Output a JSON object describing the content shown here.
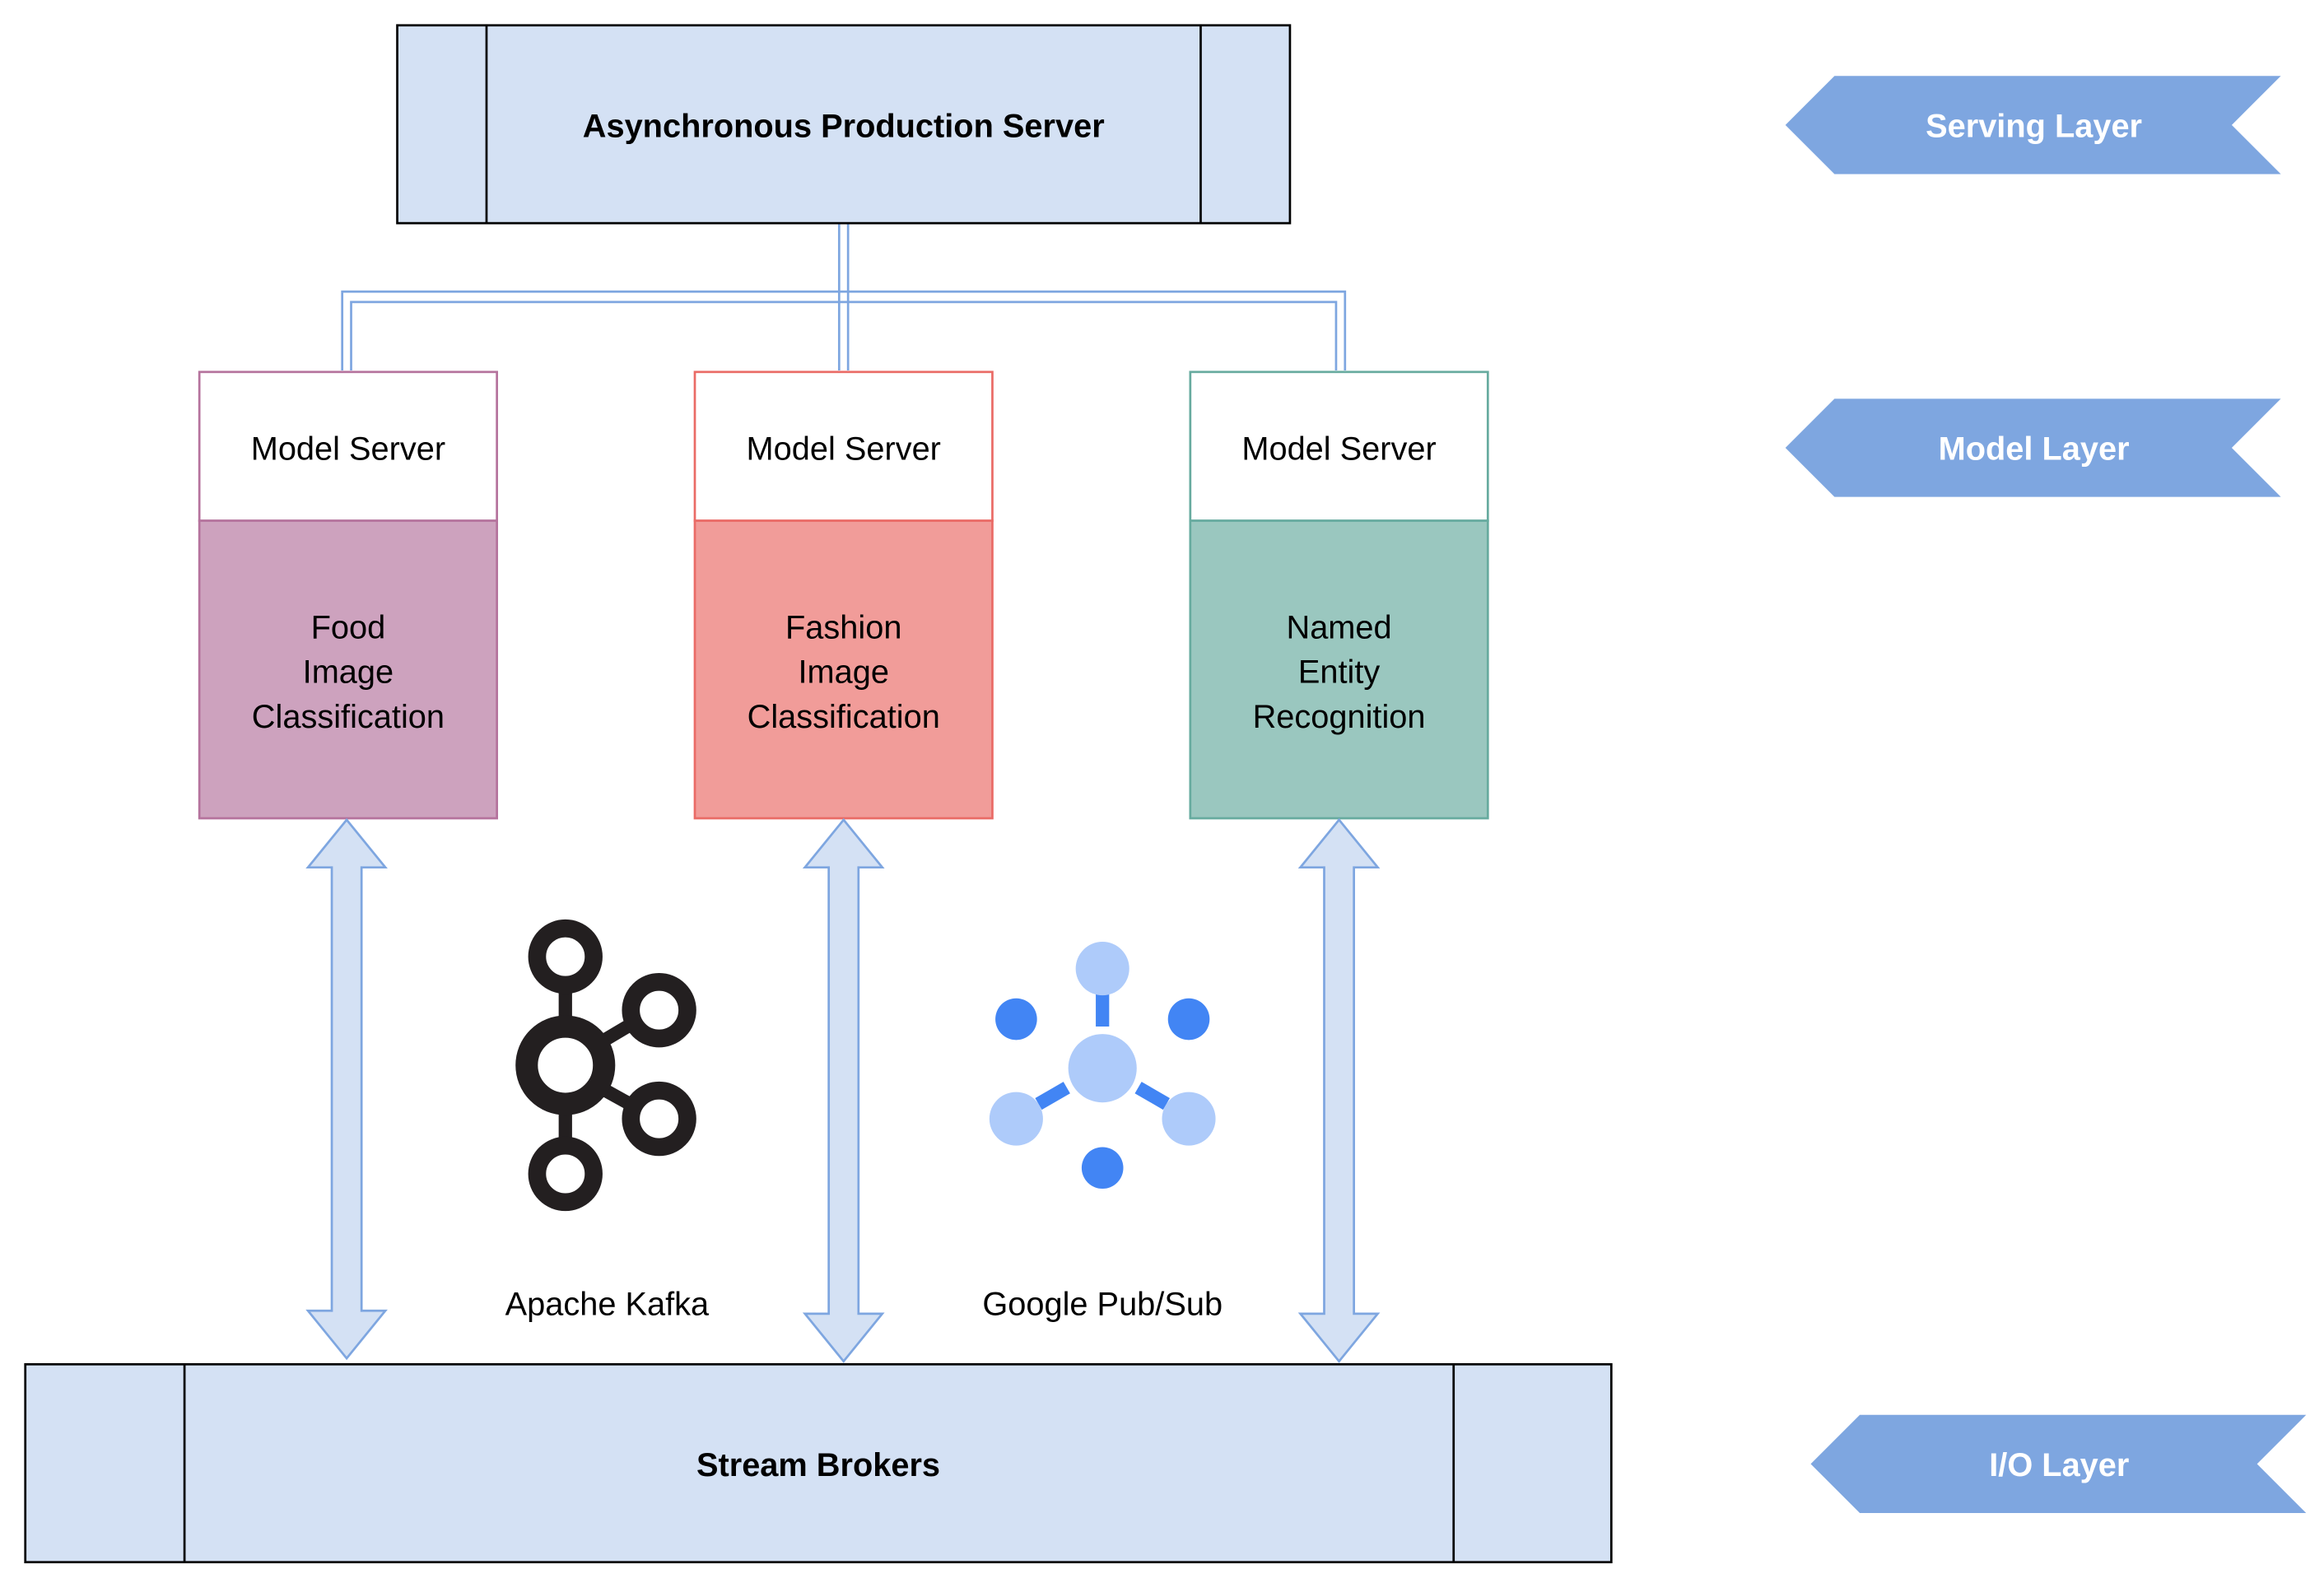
{
  "serving": {
    "server_label": "Asynchronous Production Server",
    "layer_label": "Serving Layer"
  },
  "models": {
    "layer_label": "Model Layer",
    "servers": [
      {
        "header": "Model Server",
        "task_lines": [
          "Food",
          "Image",
          "Classification"
        ]
      },
      {
        "header": "Model Server",
        "task_lines": [
          "Fashion",
          "Image",
          "Classification"
        ]
      },
      {
        "header": "Model Server",
        "task_lines": [
          "Named",
          "Entity",
          "Recognition"
        ]
      }
    ]
  },
  "io": {
    "brokers_label": "Stream Brokers",
    "layer_label": "I/O Layer",
    "kafka_label": "Apache Kafka",
    "pubsub_label": "Google Pub/Sub"
  },
  "colors": {
    "container_fill": "#d4e1f4",
    "layer_tag_fill": "#7ea6e0",
    "food_fill": "#cda2be",
    "food_stroke": "#b5739d",
    "fashion_fill": "#f19c99",
    "fashion_stroke": "#ea6b66",
    "ner_fill": "#9ac7bf",
    "ner_stroke": "#67ab9f",
    "connector": "#7ea6e0",
    "kafka_icon": "#231f20",
    "pubsub_dark": "#4285f4",
    "pubsub_light": "#aecbfa"
  },
  "icons": {
    "kafka": "kafka-logo-icon",
    "pubsub": "pubsub-logo-icon"
  }
}
